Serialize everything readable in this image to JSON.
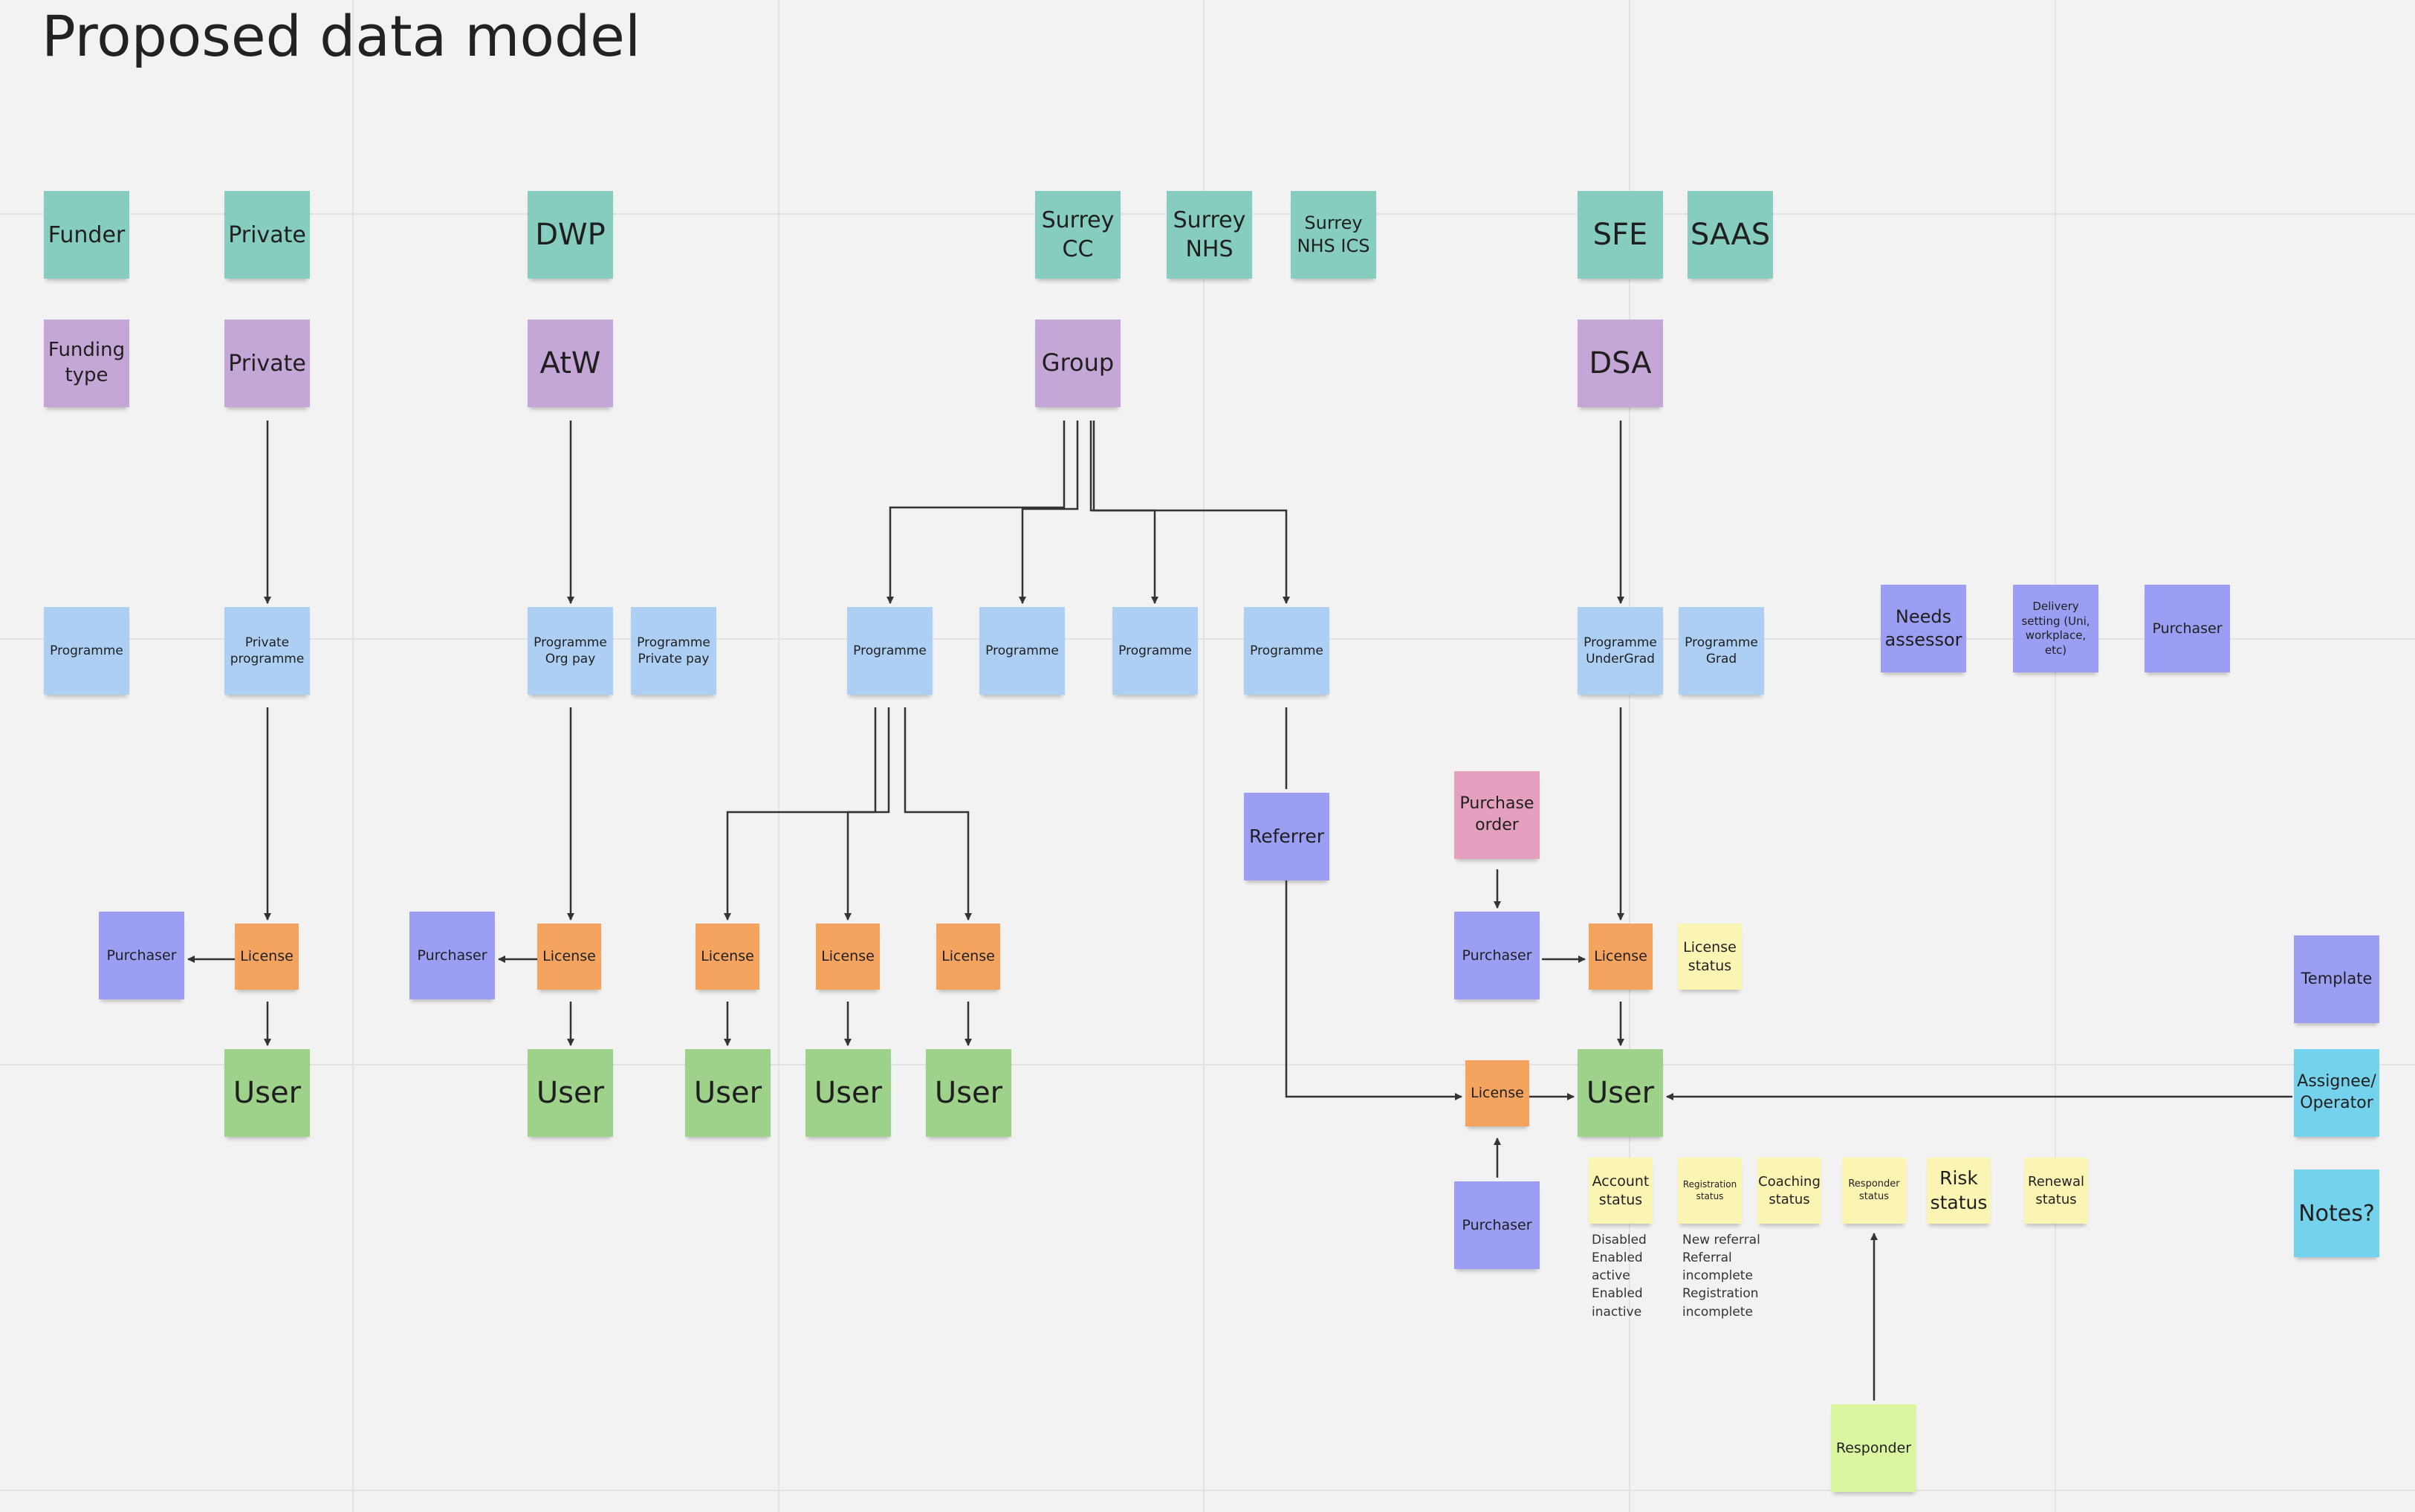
{
  "title": "Proposed data model",
  "notes": {
    "funder": "Funder",
    "private_funder": "Private",
    "dwp": "DWP",
    "surrey_cc": "Surrey CC",
    "surrey_nhs": "Surrey NHS",
    "surrey_nhs_ics": "Surrey NHS ICS",
    "sfe": "SFE",
    "saas": "SAAS",
    "funding_type": "Funding type",
    "private_type": "Private",
    "atw": "AtW",
    "group": "Group",
    "dsa": "DSA",
    "programme": "Programme",
    "private_programme": "Private programme",
    "programme_org_pay": "Programme Org pay",
    "programme_private_pay": "Programme Private pay",
    "group_programme_1": "Programme",
    "group_programme_2": "Programme",
    "group_programme_3": "Programme",
    "group_programme_4": "Programme",
    "programme_undergrad": "Programme UnderGrad",
    "programme_grad": "Programme Grad",
    "needs_assessor": "Needs assessor",
    "delivery_setting": "Delivery setting (Uni, workplace, etc)",
    "purchaser_top": "Purchaser",
    "referrer": "Referrer",
    "purchase_order": "Purchase order",
    "purchaser_1": "Purchaser",
    "license_1": "License",
    "purchaser_2": "Purchaser",
    "license_2": "License",
    "license_3": "License",
    "license_4": "License",
    "license_5": "License",
    "purchaser_dsa": "Purchaser",
    "license_dsa": "License",
    "license_status": "License status",
    "template": "Template",
    "user_1": "User",
    "user_2": "User",
    "user_3": "User",
    "user_4": "User",
    "user_5": "User",
    "license_referrer": "License",
    "user_dsa": "User",
    "assignee_operator": "Assignee/ Operator",
    "account_status": "Account status",
    "registration_status": "Registration status",
    "coaching_status": "Coaching status",
    "responder_status": "Responder status",
    "risk_status": "Risk status",
    "renewal_status": "Renewal status",
    "notes_q": "Notes?",
    "purchaser_bottom": "Purchaser",
    "responder": "Responder"
  },
  "labels": {
    "account_values": "Disabled\nEnabled\nactive\nEnabled\ninactive",
    "registration_values": "New referral\nReferral\nincomplete\nRegistration\nincomplete"
  },
  "colors": {
    "funder": "#86cdbf",
    "funding_type": "#c5a7d7",
    "programme": "#aecff4",
    "license": "#f5a460",
    "user": "#9ed18a",
    "purchaser": "#9b9ef3",
    "purchase_order": "#e6a0bf",
    "status": "#fbf5b3",
    "assignee": "#75d2ec",
    "responder": "#dcf5a0"
  }
}
